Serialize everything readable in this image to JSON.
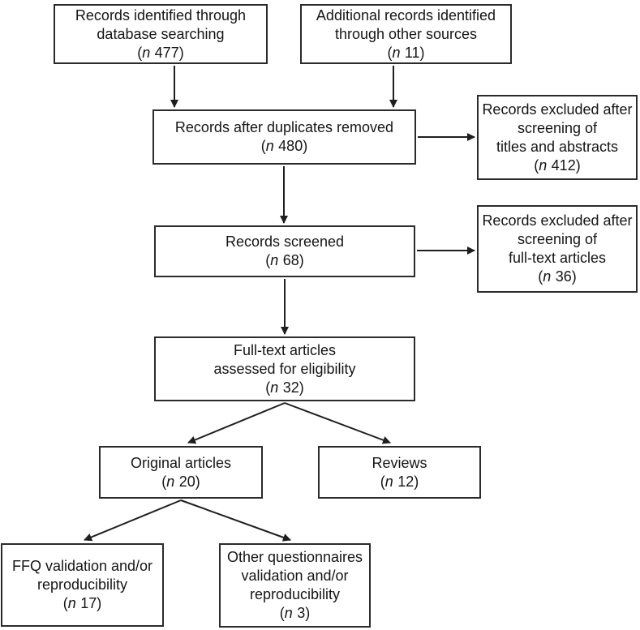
{
  "labels": {
    "open_paren": "(",
    "n_symbol": "n",
    "close_paren": ")"
  },
  "boxes": [
    {
      "name": "records-identified-database",
      "lines": [
        "Records identified through",
        "database searching"
      ],
      "n": "477"
    },
    {
      "name": "additional-records-other-sources",
      "lines": [
        "Additional records identified",
        "through other sources"
      ],
      "n": "11"
    },
    {
      "name": "records-after-duplicates-removed",
      "lines": [
        "Records after duplicates removed"
      ],
      "n": "480"
    },
    {
      "name": "records-excluded-titles-abstracts",
      "lines": [
        "Records excluded after",
        "screening of",
        "titles and abstracts"
      ],
      "n": "412"
    },
    {
      "name": "records-screened",
      "lines": [
        "Records screened"
      ],
      "n": "68"
    },
    {
      "name": "records-excluded-fulltext",
      "lines": [
        "Records excluded after",
        "screening of",
        "full-text articles"
      ],
      "n": "36"
    },
    {
      "name": "fulltext-articles-assessed",
      "lines": [
        "Full-text articles",
        "assessed for eligibility"
      ],
      "n": "32"
    },
    {
      "name": "original-articles",
      "lines": [
        "Original articles"
      ],
      "n": "20"
    },
    {
      "name": "reviews",
      "lines": [
        "Reviews"
      ],
      "n": "12"
    },
    {
      "name": "ffq-validation-reproducibility",
      "lines": [
        "FFQ validation and/or",
        "reproducibility"
      ],
      "n": "17"
    },
    {
      "name": "other-questionnaires-validation",
      "lines": [
        "Other questionnaires",
        "validation and/or",
        "reproducibility"
      ],
      "n": "3"
    }
  ],
  "colors": {
    "background": "#ffffff",
    "box_border": "#2b2b2b",
    "line": "#1f1f1f",
    "text": "#151515"
  }
}
